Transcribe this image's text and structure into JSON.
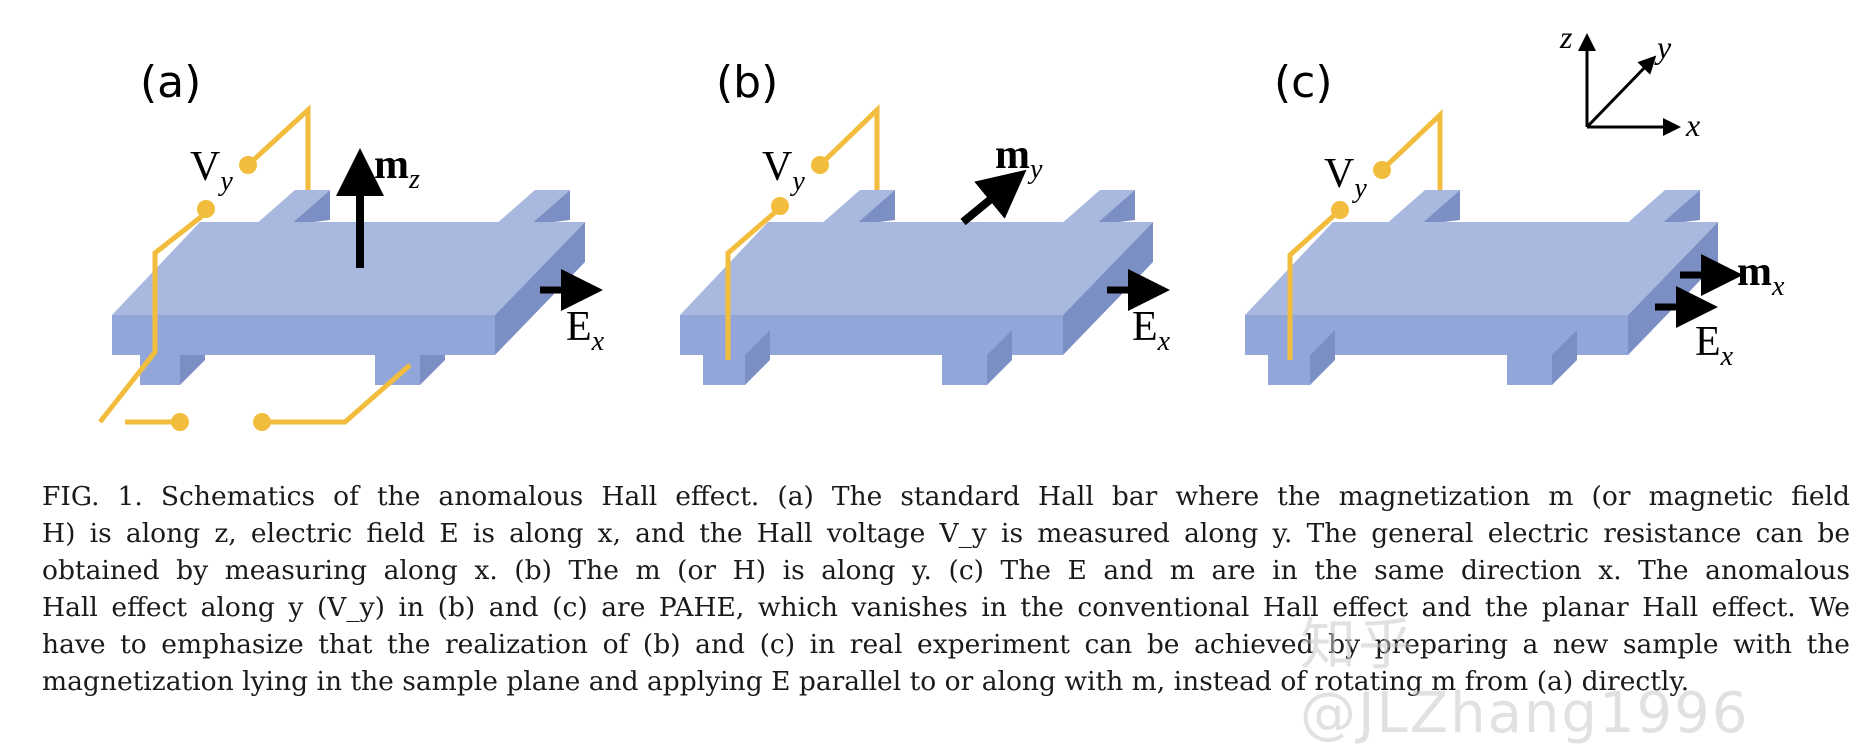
{
  "panels": [
    {
      "label": "(a)",
      "vy_label": "V",
      "vy_sub": "y",
      "m_label": "m",
      "m_sub": "z",
      "e_label": "E",
      "e_sub": "x"
    },
    {
      "label": "(b)",
      "vy_label": "V",
      "vy_sub": "y",
      "m_label": "m",
      "m_sub": "y",
      "e_label": "E",
      "e_sub": "x"
    },
    {
      "label": "(c)",
      "vy_label": "V",
      "vy_sub": "y",
      "m_label": "m",
      "m_sub": "x",
      "e_label": "E",
      "e_sub": "x"
    }
  ],
  "axes": {
    "z": "z",
    "y": "y",
    "x": "x"
  },
  "colors": {
    "bar_top": "#a9b8df",
    "bar_front": "#93a6d9",
    "bar_side": "#7b8fc4",
    "wire": "#f2bd3c",
    "arrow": "#000000"
  },
  "caption": {
    "lines": [
      "FIG. 1.    Schematics of the anomalous Hall effect.  (a) The standard Hall bar where the magnetization m (or magnetic field",
      "H) is along z, electric field E is along x, and the Hall voltage V_y is measured along y.  The general electric resistance can be",
      "obtained by measuring along x.  (b) The m (or H) is along y.  (c) The E and m are in the same direction x.  The anomalous",
      "Hall effect along y (V_y) in (b) and (c) are PAHE, which vanishes in the conventional Hall effect and the planar Hall effect.  We",
      "have to emphasize that the realization of (b) and (c) in real experiment can be achieved by preparing a new sample with the",
      "magnetization lying in the sample plane and applying E parallel to or along with m, instead of rotating m from (a) directly."
    ]
  },
  "watermark": "知乎 @JLZhang1996"
}
